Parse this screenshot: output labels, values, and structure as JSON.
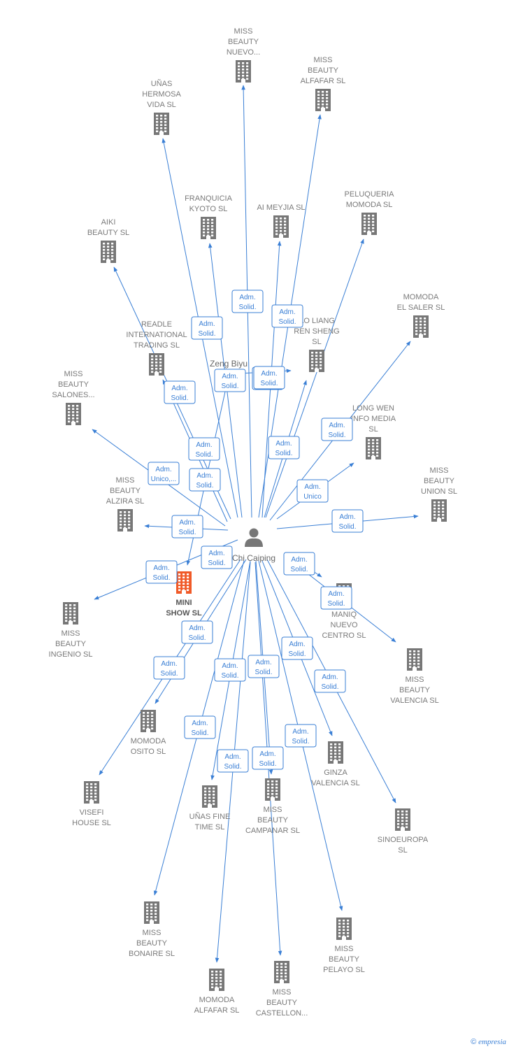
{
  "colors": {
    "edge": "#3a7fd5",
    "building": "#777777",
    "building_highlight": "#f05a28",
    "person": "#777777"
  },
  "brand": {
    "copyright": "©",
    "name": "empresia"
  },
  "persons": [
    {
      "id": "chi",
      "label": "Chi Caiping"
    },
    {
      "id": "zeng",
      "label": "Zeng Biyu"
    }
  ],
  "companies": [
    {
      "id": "nuevo",
      "lines": [
        "MISS",
        "BEAUTY",
        "NUEVO..."
      ]
    },
    {
      "id": "alfafar_mb",
      "lines": [
        "MISS",
        "BEAUTY",
        "ALFAFAR  SL"
      ]
    },
    {
      "id": "unas_hermosa",
      "lines": [
        "UÑAS",
        "HERMOSA",
        "VIDA  SL"
      ]
    },
    {
      "id": "kyoto",
      "lines": [
        "FRANQUICIA",
        "KYOTO  SL"
      ]
    },
    {
      "id": "meyjia",
      "lines": [
        "AI MEYJIA  SL"
      ]
    },
    {
      "id": "peluqueria",
      "lines": [
        "PELUQUERIA",
        "MOMODA  SL"
      ]
    },
    {
      "id": "aiki",
      "lines": [
        "AIKI",
        "BEAUTY  SL"
      ]
    },
    {
      "id": "saler",
      "lines": [
        "MOMODA",
        "EL SALER  SL"
      ]
    },
    {
      "id": "readle",
      "lines": [
        "READLE",
        "INTERNATIONAL",
        "TRADING  SL"
      ]
    },
    {
      "id": "liang",
      "lines": [
        "AO LIANG",
        "REN SHENG",
        "SL"
      ]
    },
    {
      "id": "salones",
      "lines": [
        "MISS",
        "BEAUTY",
        "SALONES..."
      ]
    },
    {
      "id": "longwen",
      "lines": [
        "LONG WEN",
        "INFO MEDIA",
        "SL"
      ]
    },
    {
      "id": "union",
      "lines": [
        "MISS",
        "BEAUTY",
        "UNION  SL"
      ]
    },
    {
      "id": "alzira",
      "lines": [
        "MISS",
        "BEAUTY",
        "ALZIRA  SL"
      ]
    },
    {
      "id": "minishow",
      "lines": [
        "MINI",
        "SHOW  SL"
      ],
      "highlight": true
    },
    {
      "id": "ingenio",
      "lines": [
        "MISS",
        "BEAUTY",
        "INGENIO  SL"
      ]
    },
    {
      "id": "maniq",
      "lines": [
        "MANIQ",
        "NUEVO",
        "CENTRO  SL"
      ]
    },
    {
      "id": "valencia_mb",
      "lines": [
        "MISS",
        "BEAUTY",
        "VALENCIA  SL"
      ]
    },
    {
      "id": "osito",
      "lines": [
        "MOMODA",
        "OSITO  SL"
      ]
    },
    {
      "id": "ginza",
      "lines": [
        "GINZA",
        "VALENCIA  SL"
      ]
    },
    {
      "id": "visefi",
      "lines": [
        "VISEFI",
        "HOUSE  SL"
      ]
    },
    {
      "id": "unas_fine",
      "lines": [
        "UÑAS FINE",
        "TIME  SL"
      ]
    },
    {
      "id": "campanar",
      "lines": [
        "MISS",
        "BEAUTY",
        "CAMPANAR  SL"
      ]
    },
    {
      "id": "sinoeuropa",
      "lines": [
        "SINOEUROPA",
        "SL"
      ]
    },
    {
      "id": "bonaire",
      "lines": [
        "MISS",
        "BEAUTY",
        "BONAIRE  SL"
      ]
    },
    {
      "id": "pelayo",
      "lines": [
        "MISS",
        "BEAUTY",
        "PELAYO  SL"
      ]
    },
    {
      "id": "alfafar_mo",
      "lines": [
        "MOMODA",
        "ALFAFAR  SL"
      ]
    },
    {
      "id": "castellon",
      "lines": [
        "MISS",
        "BEAUTY",
        "CASTELLON..."
      ]
    }
  ],
  "edges": [
    {
      "from": "chi",
      "to": "nuevo",
      "label": [
        "Adm.",
        "Solid."
      ]
    },
    {
      "from": "chi",
      "to": "alfafar_mb",
      "label": [
        "Adm.",
        "Solid."
      ]
    },
    {
      "from": "chi",
      "to": "unas_hermosa",
      "label": [
        "Adm.",
        "Solid."
      ]
    },
    {
      "from": "chi",
      "to": "kyoto",
      "label": [
        "Adm.",
        "Solid."
      ]
    },
    {
      "from": "chi",
      "to": "meyjia",
      "label": [
        "Adm.",
        "Solid."
      ]
    },
    {
      "from": "chi",
      "to": "peluqueria",
      "label": [
        "Adm.",
        "Solid."
      ]
    },
    {
      "from": "chi",
      "to": "aiki",
      "label": [
        "Adm.",
        "Solid."
      ]
    },
    {
      "from": "chi",
      "to": "saler",
      "label": [
        "Adm.",
        "Solid."
      ]
    },
    {
      "from": "chi",
      "to": "readle",
      "label": [
        "Adm.",
        "Solid."
      ]
    },
    {
      "from": "chi",
      "to": "liang",
      "label": [
        "Adm.",
        "Solid."
      ]
    },
    {
      "from": "zeng",
      "to": "liang",
      "label": [
        "Adm.",
        "Solid."
      ]
    },
    {
      "from": "chi",
      "to": "salones",
      "label": [
        "Adm.",
        "Unico,..."
      ]
    },
    {
      "from": "chi",
      "to": "longwen",
      "label": [
        "Adm.",
        "Unico"
      ]
    },
    {
      "from": "chi",
      "to": "union",
      "label": [
        "Adm.",
        "Solid."
      ]
    },
    {
      "from": "chi",
      "to": "alzira",
      "label": [
        "Adm.",
        "Solid."
      ]
    },
    {
      "from": "zeng",
      "to": "minishow",
      "label": [
        "Adm.",
        "Solid."
      ]
    },
    {
      "from": "chi",
      "to": "ingenio",
      "label": [
        "Adm.",
        "Solid."
      ]
    },
    {
      "from": "chi",
      "to": "maniq",
      "label": [
        "Adm.",
        "Solid."
      ]
    },
    {
      "from": "chi",
      "to": "valencia_mb",
      "label": [
        "Adm.",
        "Solid."
      ]
    },
    {
      "from": "chi",
      "to": "osito",
      "label": [
        "Adm.",
        "Solid."
      ]
    },
    {
      "from": "chi",
      "to": "ginza",
      "label": [
        "Adm.",
        "Solid."
      ]
    },
    {
      "from": "chi",
      "to": "visefi",
      "label": [
        "Adm.",
        "Solid."
      ]
    },
    {
      "from": "chi",
      "to": "unas_fine",
      "label": [
        "Adm.",
        "Solid."
      ]
    },
    {
      "from": "chi",
      "to": "campanar",
      "label": [
        "Adm.",
        "Solid."
      ]
    },
    {
      "from": "chi",
      "to": "sinoeuropa",
      "label": [
        "Adm.",
        "Solid."
      ]
    },
    {
      "from": "chi",
      "to": "bonaire",
      "label": [
        "Adm.",
        "Solid."
      ]
    },
    {
      "from": "chi",
      "to": "pelayo",
      "label": [
        "Adm.",
        "Solid."
      ]
    },
    {
      "from": "chi",
      "to": "alfafar_mo",
      "label": [
        "Adm.",
        "Solid."
      ]
    },
    {
      "from": "chi",
      "to": "castellon",
      "label": [
        "Adm.",
        "Solid."
      ]
    }
  ]
}
